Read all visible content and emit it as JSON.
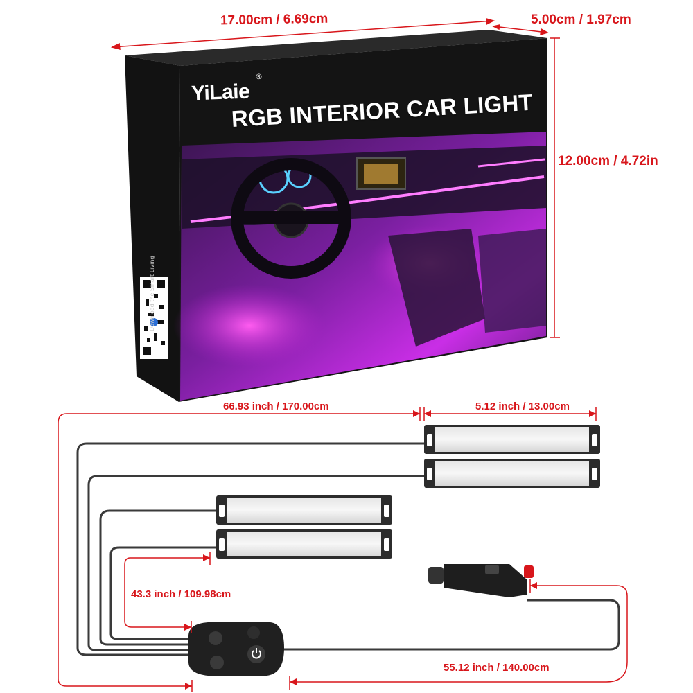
{
  "dimensions": {
    "box_length": "17.00cm / 6.69cm",
    "box_depth": "5.00cm / 1.97cm",
    "box_height": "12.00cm / 4.72in",
    "main_cable": "66.93 inch / 170.00cm",
    "strip_length": "5.12 inch / 13.00cm",
    "front_cable": "43.3 inch / 109.98cm",
    "plug_cable": "55.12 inch / 140.00cm"
  },
  "box": {
    "brand": "YiLaie",
    "registered_mark": "®",
    "title": "RGB INTERIOR CAR LIGHT",
    "side_text": "Download the Smart Living"
  },
  "colors": {
    "dimension_red": "#d8161b",
    "light_magenta": "#d63bff",
    "box_black": "#151515"
  }
}
